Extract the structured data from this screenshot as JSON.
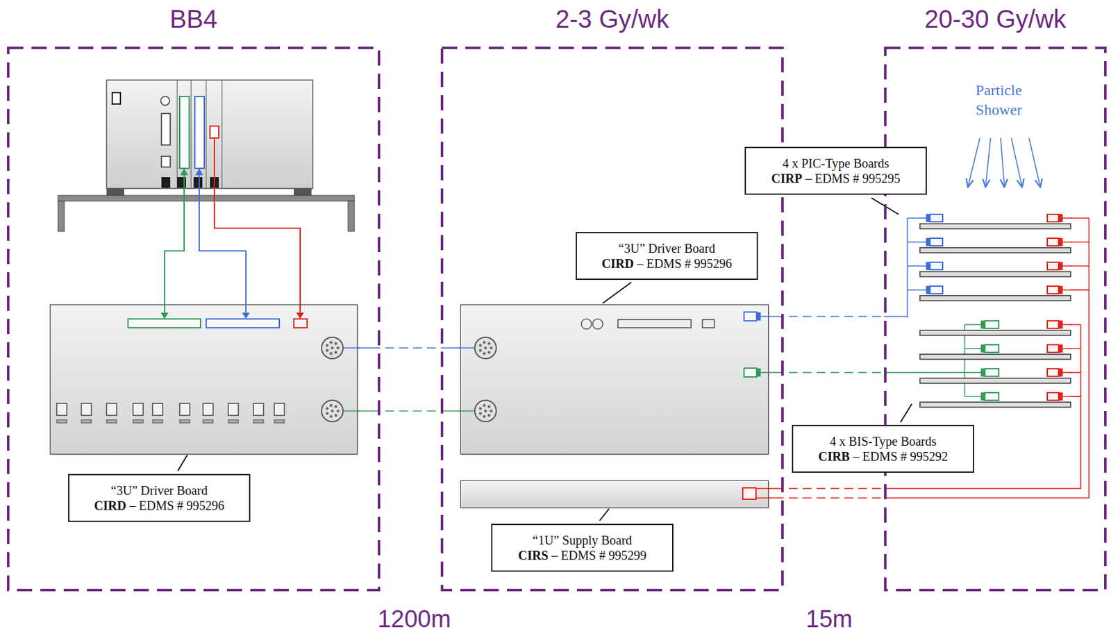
{
  "diagram": {
    "nodes": [
      {
        "text": [
          "BB4"
        ]
      },
      {
        "text": [
          "“3U” Driver Board",
          "CIRD – EDMS # 995296"
        ],
        "in": 0
      },
      {
        "text": [
          "2-3 Gy/wk"
        ]
      },
      {
        "text": [
          "“3U” Driver Board",
          "CIRD – EDMS # 995296"
        ],
        "in": 2
      },
      {
        "text": [
          "“1U” Supply Board",
          "CIRS – EDMS # 995299"
        ],
        "in": 2
      },
      {
        "text": [
          "20-30 Gy/wk"
        ]
      },
      {
        "text": [
          "4 x PIC-Type Boards",
          "CIRP – EDMS # 995295"
        ],
        "in": 5
      },
      {
        "text": [
          "4 x BIS-Type Boards",
          "CIRB – EDMS # 995292"
        ],
        "in": 5
      }
    ],
    "edges": [
      {
        "from": 1,
        "to": 3,
        "arrow": "none"
      },
      {
        "from": 1,
        "to": 3,
        "arrow": "none"
      },
      {
        "from": 3,
        "to": 6,
        "arrow": "none"
      },
      {
        "from": 3,
        "to": 7,
        "arrow": "none"
      },
      {
        "from": 4,
        "to": 6,
        "arrow": "none"
      },
      {
        "from": 4,
        "to": 7,
        "arrow": "none"
      }
    ],
    "labels": [
      "Particle Shower",
      "1200m",
      "15m"
    ]
  }
}
